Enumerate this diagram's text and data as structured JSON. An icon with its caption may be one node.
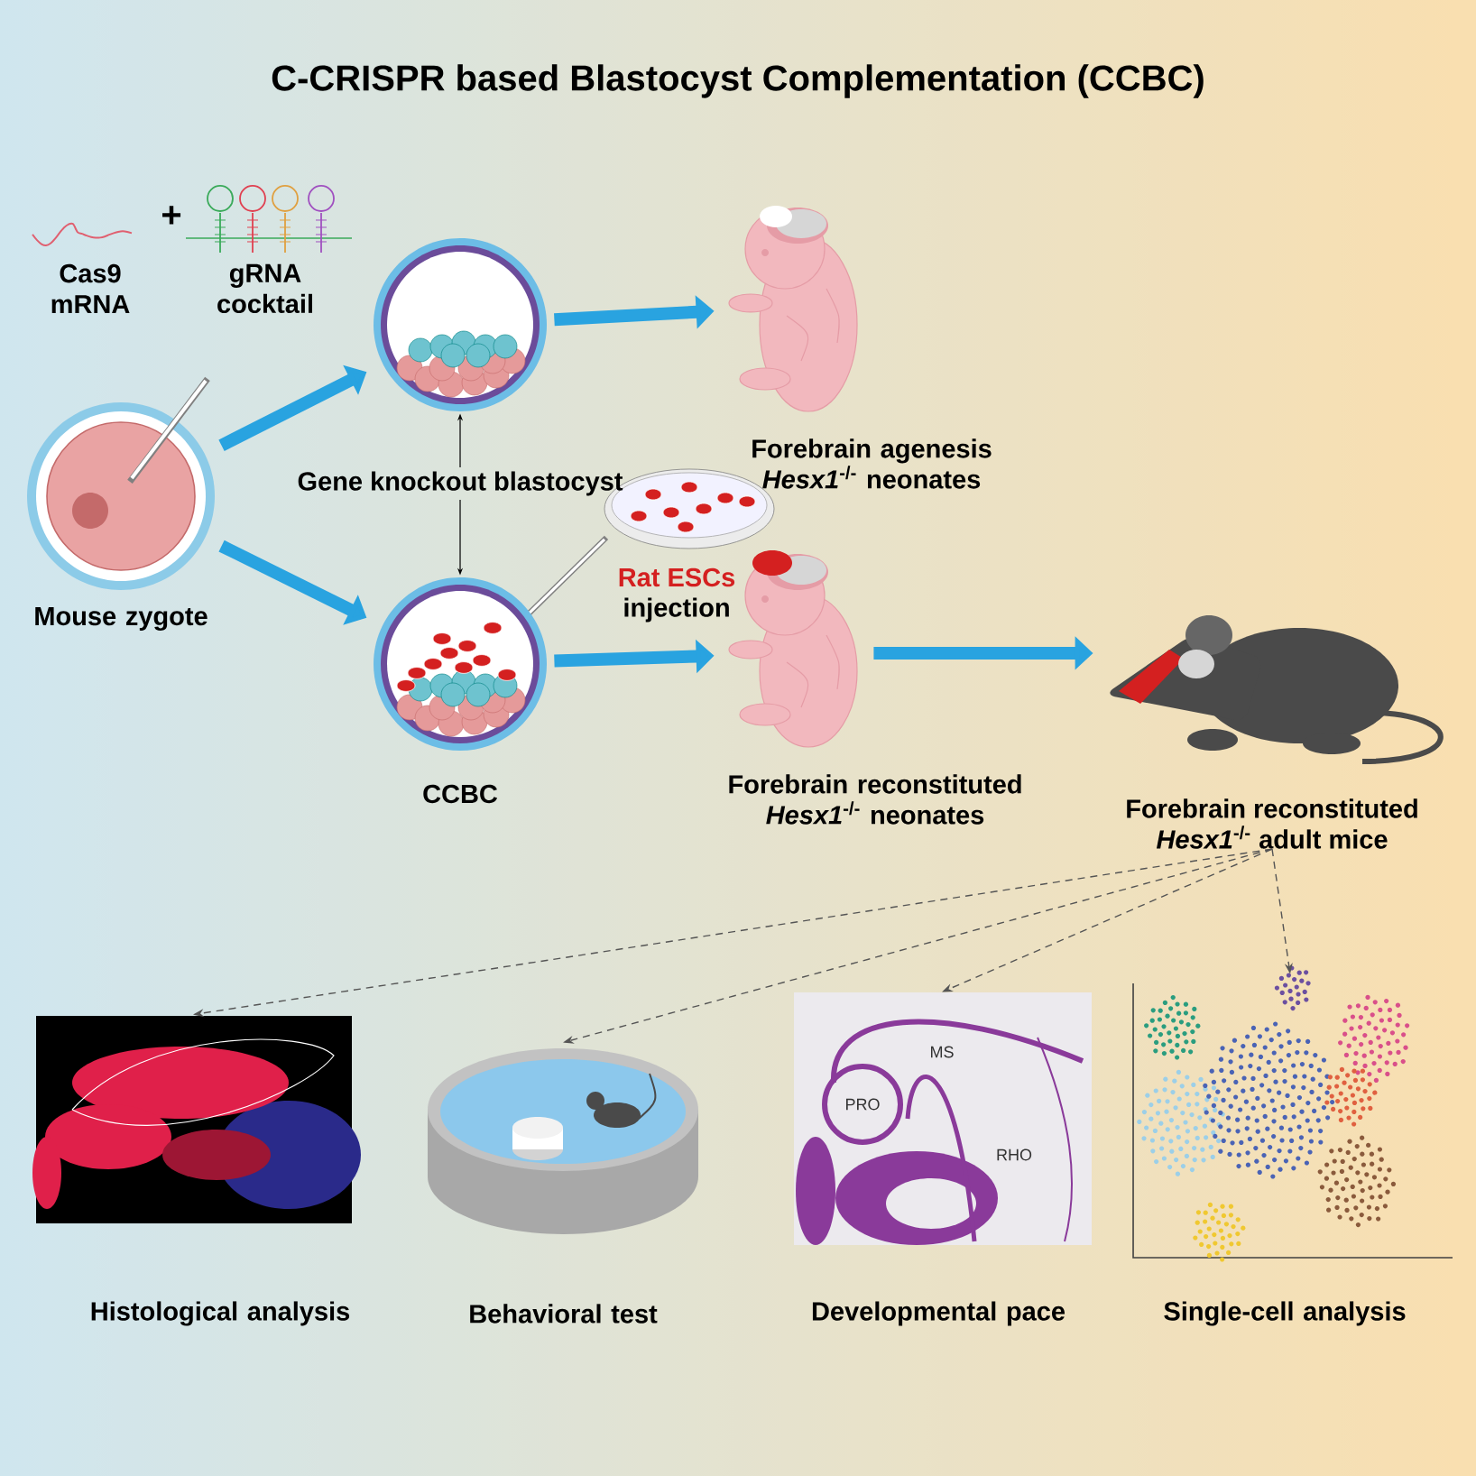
{
  "diagram": {
    "title": "C-CRISPR based Blastocyst Complementation (CCBC)",
    "nodes": [
      {
        "text": [],
        "shape": "picture",
        "beside": [
          "Mouse zygote"
        ]
      },
      {
        "text": [],
        "shape": "picture"
      },
      {
        "text": [
          "Gene knockout blastocyst"
        ]
      },
      {
        "text": [],
        "shape": "picture",
        "beside": [
          "CCBC"
        ]
      },
      {
        "text": [],
        "shape": "picture",
        "beside": [
          "Forebrain agenesis *Hesx1*$^{-/-}$ neonates"
        ]
      },
      {
        "text": [],
        "shape": "picture",
        "beside": [
          "Forebrain reconstituted *Hesx1*$^{-/-}$ neonates"
        ]
      },
      {
        "text": [
          "Forebrain reconstituted *Hesx1*$^{-/-}$ adult mice"
        ]
      },
      {
        "text": [],
        "shape": "picture",
        "beside": [
          "Histological analysis"
        ]
      },
      {
        "text": [],
        "shape": "picture",
        "beside": [
          "Behavioral test"
        ]
      },
      {
        "text": [],
        "shape": "picture",
        "beside": [
          "Developmental pace"
        ]
      },
      {
        "text": [],
        "shape": "picture",
        "beside": [
          "Single-cell analysis"
        ]
      }
    ],
    "edges": [
      {
        "from": 0,
        "to": 1,
        "arrow": "to",
        "style": "thick",
        "color": "#29a3e0"
      },
      {
        "from": 0,
        "to": 3,
        "arrow": "to",
        "style": "thick",
        "color": "#29a3e0"
      },
      {
        "from": 2,
        "to": 1,
        "arrow": "to",
        "color": "#000000"
      },
      {
        "from": 2,
        "to": 3,
        "arrow": "to",
        "color": "#000000"
      },
      {
        "from": 1,
        "to": 4,
        "arrow": "to",
        "style": "thick",
        "color": "#29a3e0"
      },
      {
        "from": 3,
        "to": 5,
        "arrow": "to",
        "style": "thick",
        "color": "#29a3e0",
        "label": "injection"
      },
      {
        "from": 5,
        "to": 6,
        "arrow": "to",
        "style": "thick",
        "color": "#29a3e0"
      },
      {
        "from": 6,
        "to": 7,
        "arrow": "to",
        "style": "dashed",
        "color": "#555555"
      },
      {
        "from": 6,
        "to": 8,
        "arrow": "to",
        "style": "dashed",
        "color": "#555555"
      },
      {
        "from": 6,
        "to": 9,
        "arrow": "to",
        "style": "dashed",
        "color": "#555555"
      },
      {
        "from": 6,
        "to": 10,
        "arrow": "to",
        "style": "dashed",
        "color": "#555555"
      }
    ],
    "labels": [
      "+",
      "Cas9 mRNA",
      "gRNA cocktail",
      "Rat ESCs",
      "MS",
      "PRO",
      "RHO"
    ]
  }
}
